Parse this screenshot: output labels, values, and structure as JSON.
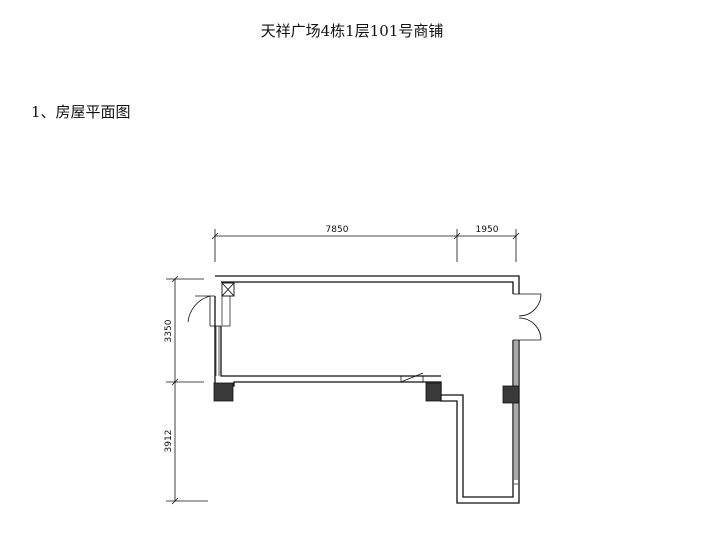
{
  "document": {
    "title": "天祥广场4栋1层101号商铺",
    "section_heading": "1、房屋平面图"
  },
  "floor_plan": {
    "dimensions": {
      "top_left_span": "7850",
      "top_right_span": "1950",
      "left_upper_span": "3350",
      "left_lower_span": "3912"
    },
    "colors": {
      "line": "#111111",
      "column_fill": "#3a3a3a",
      "background": "#ffffff"
    }
  }
}
